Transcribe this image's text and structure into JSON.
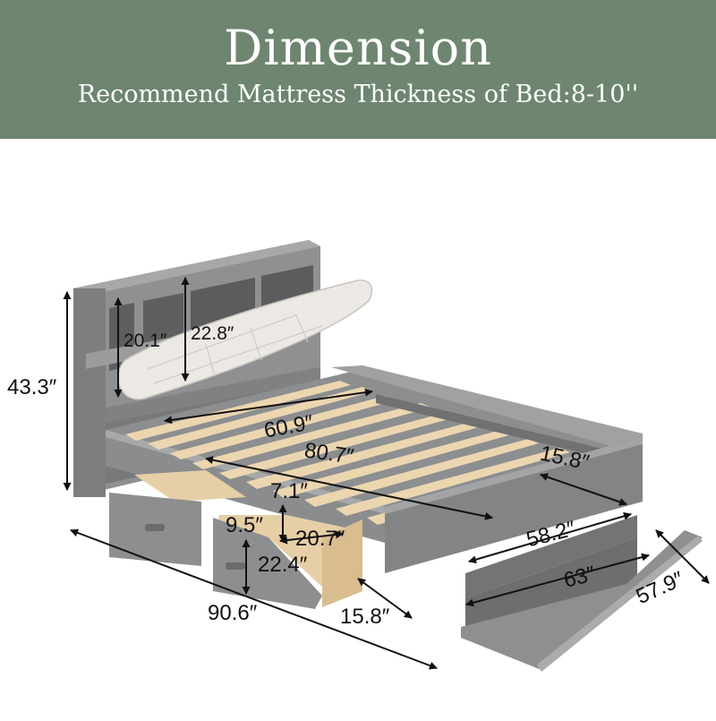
{
  "banner": {
    "title": "Dimension",
    "subtitle": "Recommend Mattress Thickness of Bed:8-10''",
    "color": "#6e8570"
  },
  "colors": {
    "frame": "#8c8e90",
    "frame_dark": "#6f7173",
    "frame_light": "#a3a5a7",
    "slat": "#ecd6b0",
    "drawer_wood": "#e6cfa6",
    "cushion": "#ece9e4"
  },
  "dimensions": {
    "height_total": "43.3″",
    "shelf_inner_left": "20.1″",
    "shelf_inner_right": "22.8″",
    "inner_width": "60.9″",
    "inner_length": "80.7″",
    "trundle_depth": "15.8″",
    "drawer_height_gap": "7.1″",
    "drawer_depth": "9.5″",
    "drawer_width": "20.7″",
    "drawer_length": "22.4″",
    "trundle_width": "58.2″",
    "trundle_length": "63″",
    "trundle_inner": "57.9″",
    "total_length": "90.6″",
    "drawer_side": "15.8″"
  }
}
